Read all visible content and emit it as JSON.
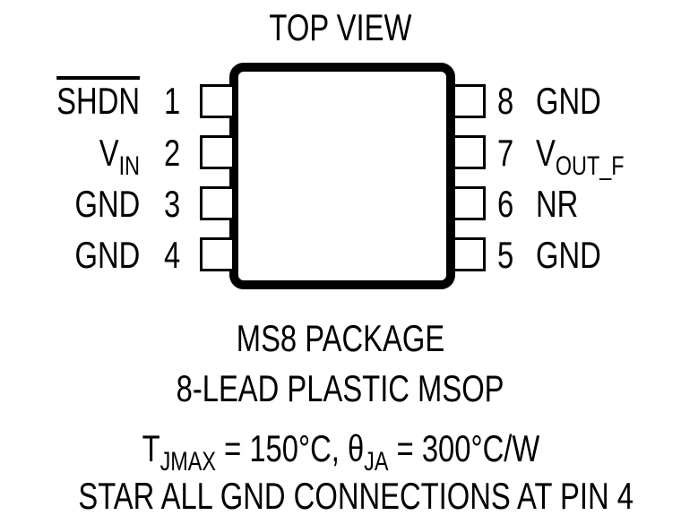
{
  "title": "TOP VIEW",
  "package": {
    "name": "MS8 PACKAGE",
    "description": "8-LEAD PLASTIC MSOP"
  },
  "pins_left": [
    {
      "number": "1",
      "name": "SHDN",
      "overline": true
    },
    {
      "number": "2",
      "name": "V",
      "subscript": "IN"
    },
    {
      "number": "3",
      "name": "GND"
    },
    {
      "number": "4",
      "name": "GND"
    }
  ],
  "pins_right": [
    {
      "number": "8",
      "name": "GND"
    },
    {
      "number": "7",
      "name": "V",
      "subscript": "OUT_F"
    },
    {
      "number": "6",
      "name": "NR"
    },
    {
      "number": "5",
      "name": "GND"
    }
  ],
  "thermal": {
    "tj_symbol": "T",
    "tj_sub": "JMAX",
    "tj_value": " = 150°C, ",
    "theta_symbol": "θ",
    "theta_sub": "JA",
    "theta_value": " = 300°C/W"
  },
  "note": "STAR ALL GND CONNECTIONS AT PIN 4"
}
